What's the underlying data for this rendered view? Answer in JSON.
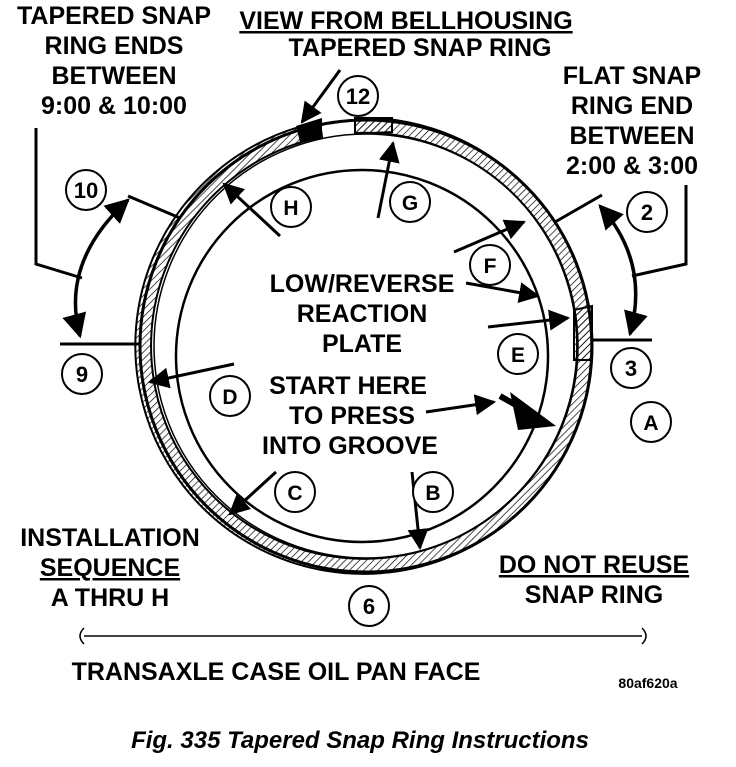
{
  "header": {
    "view_title": "VIEW FROM BELLHOUSING",
    "view_subtitle": "TAPERED SNAP RING"
  },
  "callouts": {
    "tapered_ends": [
      "TAPERED SNAP",
      "RING ENDS",
      "BETWEEN",
      "9:00 & 10:00"
    ],
    "flat_end": [
      "FLAT SNAP",
      "RING END",
      "BETWEEN",
      "2:00 & 3:00"
    ],
    "reaction_plate": [
      "LOW/REVERSE",
      "REACTION",
      "PLATE"
    ],
    "start_here": [
      "START HERE",
      "TO PRESS",
      "INTO GROOVE"
    ],
    "installation": [
      "INSTALLATION",
      "SEQUENCE",
      "A THRU H"
    ],
    "do_not_reuse": [
      "DO NOT REUSE",
      "SNAP RING"
    ],
    "oil_pan_face": "TRANSAXLE CASE OIL PAN FACE"
  },
  "clock_positions": {
    "twelve": "12",
    "ten": "10",
    "two": "2",
    "nine": "9",
    "three": "3",
    "six": "6"
  },
  "sequence_letters": {
    "a": "A",
    "b": "B",
    "c": "C",
    "d": "D",
    "e": "E",
    "f": "F",
    "g": "G",
    "h": "H"
  },
  "figure_code": "80af620a",
  "caption": "Fig. 335 Tapered Snap Ring Instructions"
}
